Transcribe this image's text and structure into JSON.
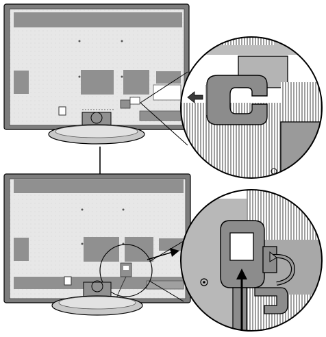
{
  "figure": {
    "panels": [
      {
        "id": "top",
        "step": "before",
        "callout_arrow_icon": "arrow-left-icon"
      },
      {
        "id": "bottom",
        "step": "after",
        "callout_arrow_icon": "arrow-up-icon",
        "rotate_icon": "rotate-arrow-icon"
      }
    ],
    "colors": {
      "bezel": "#7d7d7d",
      "panel": "#e7e7e7",
      "block": "#909090",
      "hatch": "#6a6a6a",
      "clip": "#8c8c8c",
      "outline": "#000000"
    }
  }
}
